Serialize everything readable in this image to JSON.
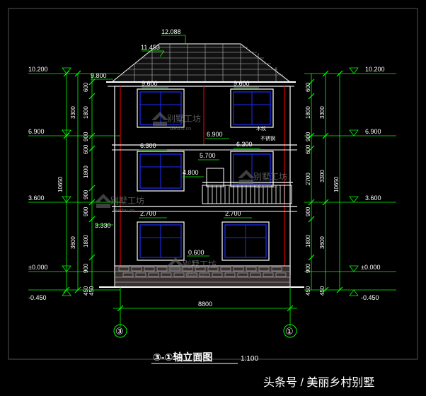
{
  "elevation": {
    "ridge_level": "12.088",
    "eave_level": "11.453",
    "side_levels": {
      "roof": "10.200",
      "floor3": "6.900",
      "floor2": "3.600",
      "ground": "±0.000",
      "grade": "-0.450"
    },
    "inner_levels": {
      "parapet_left": "9.800",
      "parapet_center_left": "9.600",
      "parapet_center_right": "9.600",
      "balcony_top": "6.900",
      "window_head_left": "6.300",
      "window_head_right": "6.300",
      "balcony_door": "5.700",
      "balcony_floor": "4.800",
      "window_head_low_left": "2.700",
      "window_head_low_right": "2.700",
      "sill_3330": "3.330",
      "entry": "0.600"
    },
    "left_dims_inner": [
      "600",
      "1800",
      "900",
      "600",
      "1800",
      "900",
      "900",
      "1800",
      "900",
      "450"
    ],
    "left_dims_outer": [
      "3300",
      "10650"
    ],
    "right_dims_inner": [
      "600",
      "1800",
      "900",
      "600",
      "2700",
      "900",
      "1800",
      "900",
      "450"
    ],
    "right_dims_outer": [
      "3300",
      "3300",
      "3600",
      "10650"
    ],
    "overall_width": "8800",
    "axis_left": "③",
    "axis_right": "①",
    "title_main": "③-①轴立面图",
    "title_scale": "1:100",
    "balcony_note": "木纹",
    "balcony_note2": "不锈钢"
  },
  "watermarks": [
    {
      "text": "别墅工坊",
      "url": "bieshu.cn"
    },
    {
      "text": "别墅工坊",
      "url": "bieshu.cn"
    },
    {
      "text": "别墅工坊",
      "url": "bieshu.cn"
    },
    {
      "text": "别墅工坊",
      "url": "bieshu.cn"
    }
  ],
  "footer": {
    "credit": "头条号 / 美丽乡村别墅"
  },
  "colors": {
    "line_green": "#00ff00",
    "line_white": "#ffffff",
    "wall_red": "#ff0000",
    "window_blue": "#1b2cff",
    "roof_white": "#dcdcdc"
  }
}
